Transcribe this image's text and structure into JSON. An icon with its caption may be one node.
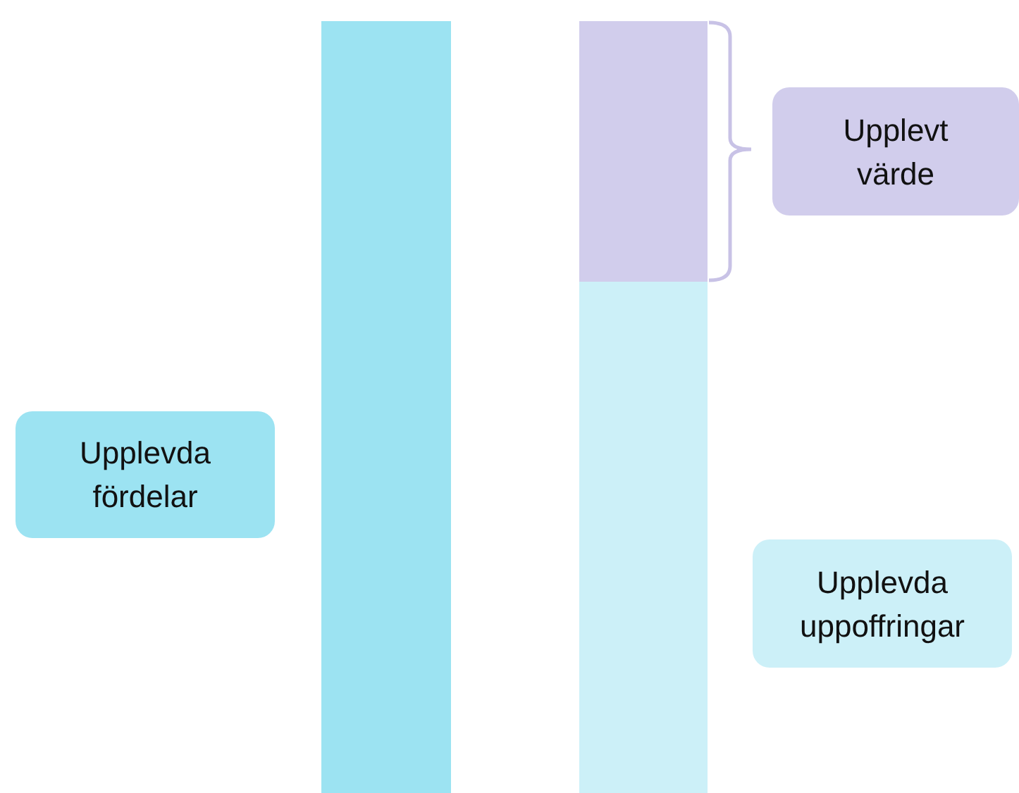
{
  "diagram": {
    "nodes": [
      {
        "text": [
          "Upplevt värde"
        ]
      },
      {
        "text": [
          "Upplevda fördelar"
        ]
      },
      {
        "text": [
          "Upplevda uppoffringar"
        ]
      },
      {
        "text": [],
        "shape": "bar"
      },
      {
        "text": [],
        "shape": "bar"
      },
      {
        "text": [],
        "shape": "bar"
      }
    ]
  }
}
